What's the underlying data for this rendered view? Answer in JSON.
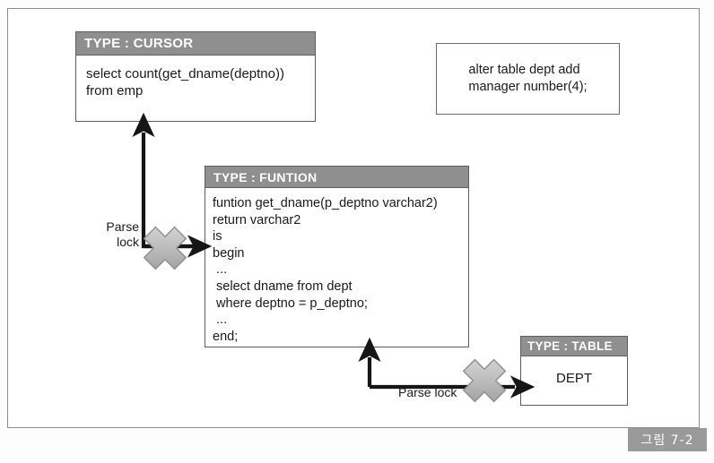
{
  "figure": {
    "label": "그림 7-2"
  },
  "cursor_box": {
    "header": "TYPE : CURSOR",
    "body": "select count(get_dname(deptno))\nfrom emp"
  },
  "function_box": {
    "header": "TYPE : FUNTION",
    "body": "funtion get_dname(p_deptno varchar2)\nreturn varchar2\nis\nbegin\n ...\n select dname from dept\n where deptno = p_deptno;\n ...\nend;"
  },
  "table_box": {
    "header": "TYPE : TABLE",
    "body": "DEPT"
  },
  "alter_box": {
    "text": "alter table dept add\nmanager number(4);"
  },
  "locks": {
    "cursor_to_function": "Parse\nlock",
    "function_to_table": "Parse lock"
  },
  "colors": {
    "header_gray": "#8f8f8f",
    "box_border": "#5d5d5d",
    "arrow_black": "#161616",
    "lock_mark_gray": "#b5b5b5",
    "figure_tab_gray": "#9a9a9a",
    "page_frame": "#8d8d8d"
  }
}
